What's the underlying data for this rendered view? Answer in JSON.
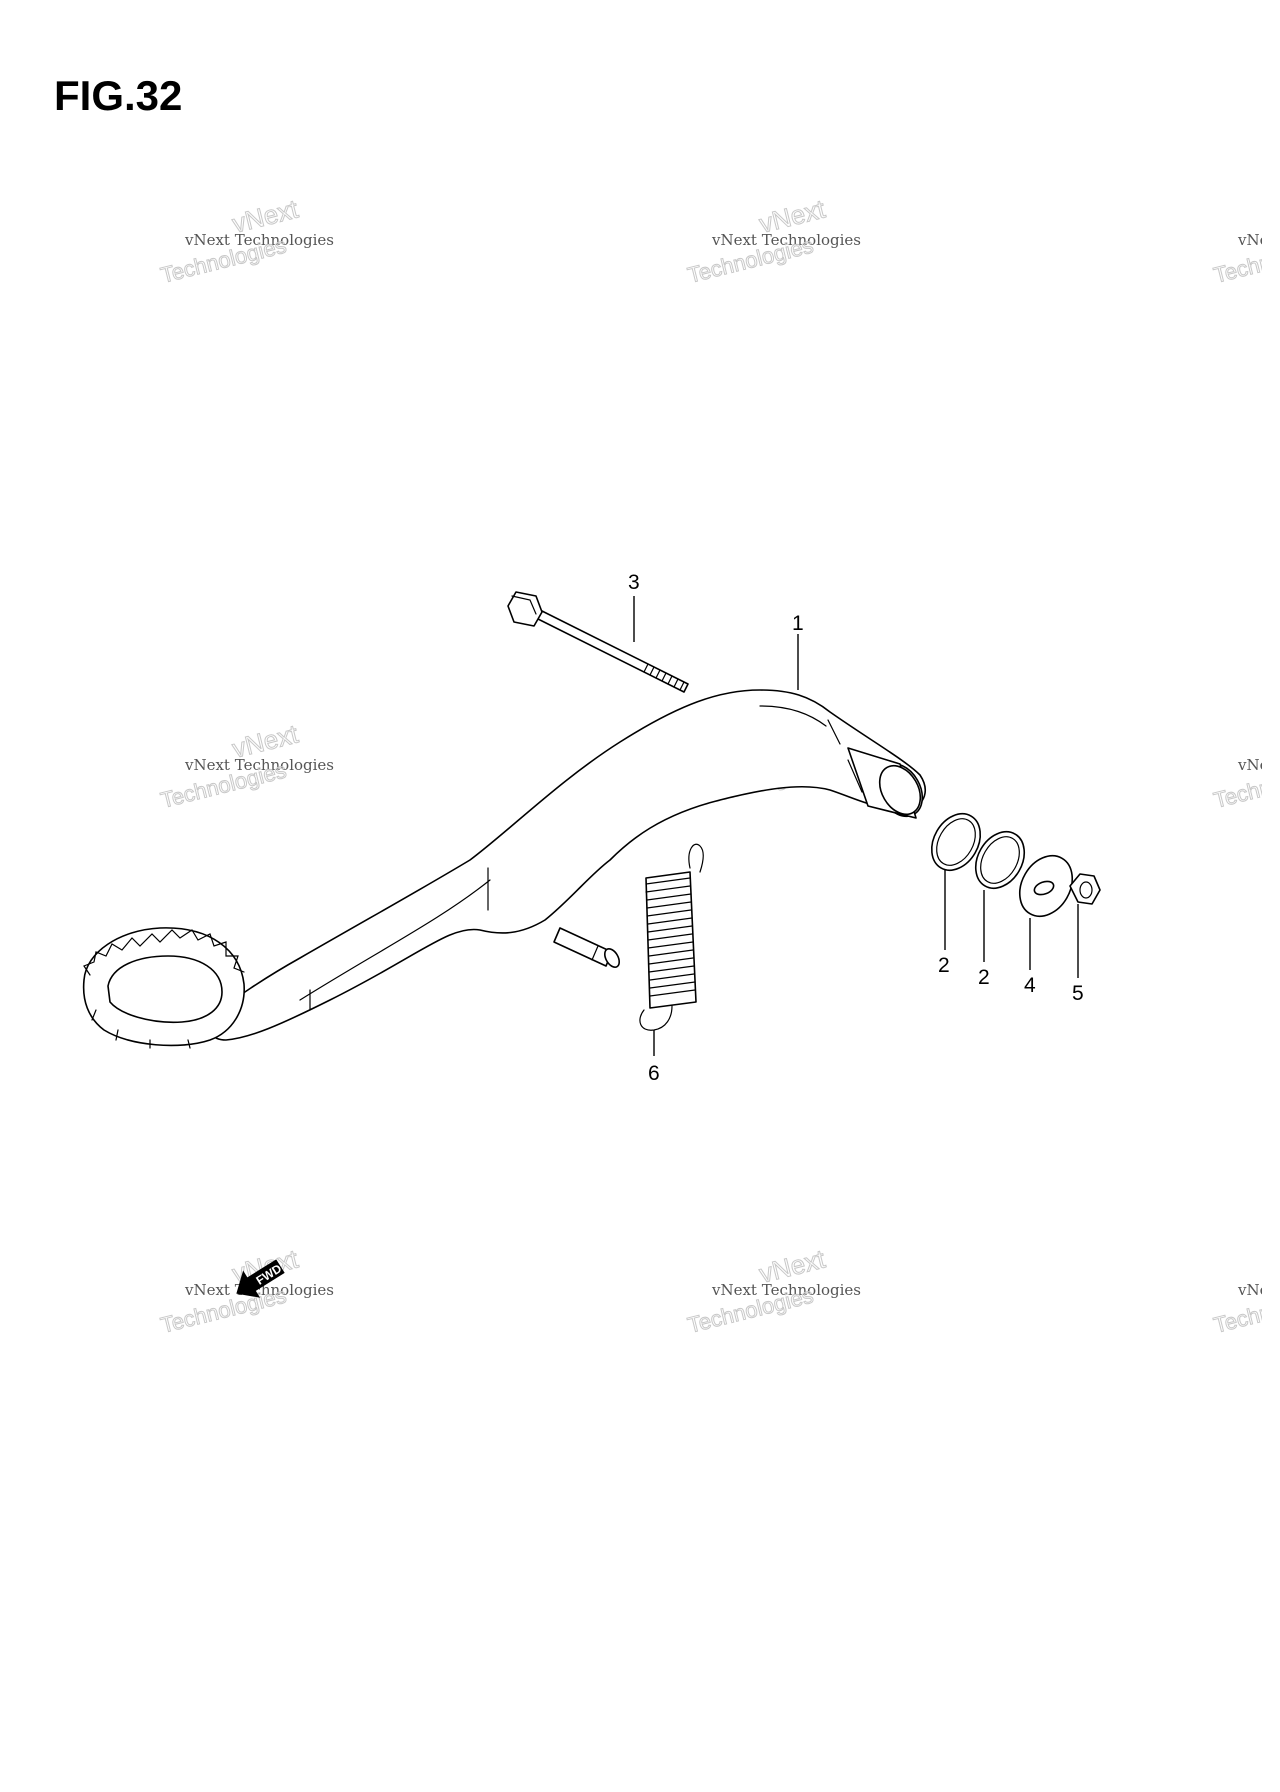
{
  "figure": {
    "title": "FIG.32"
  },
  "watermark": {
    "line1": "vNext Technologies",
    "line2": "vNext",
    "line3": "Technologies"
  },
  "callouts": {
    "brake_pedal": "1",
    "o_ring_a": "2",
    "o_ring_b": "2",
    "bolt": "3",
    "washer": "4",
    "nut": "5",
    "spring": "6"
  },
  "fwd_label": "FWD",
  "colors": {
    "line": "#000000",
    "watermark": "#c8c8c8",
    "background": "#ffffff"
  }
}
